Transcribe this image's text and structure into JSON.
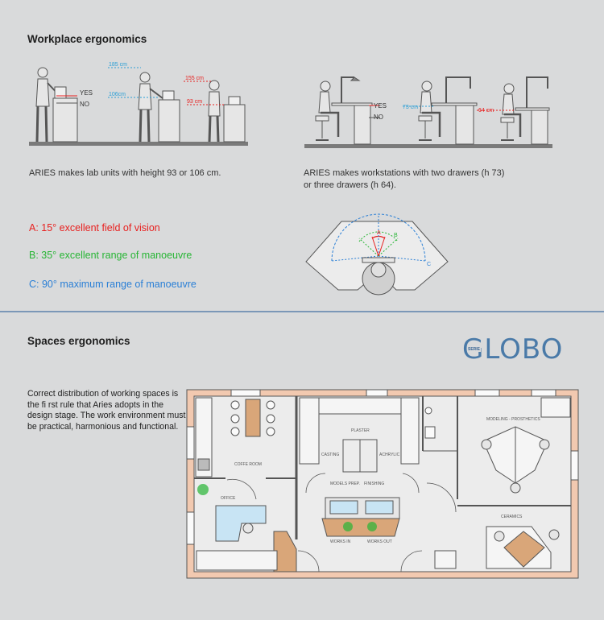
{
  "workplace": {
    "title": "Workplace ergonomics",
    "lab_caption": "ARIES makes lab units with height 93 or 106 cm.",
    "workstation_caption_1": "ARIES makes workstations with two drawers (h 73)",
    "workstation_caption_2": "or three drawers (h 64).",
    "lab_labels": {
      "yes": "YES",
      "no": "NO",
      "h185": "185 cm",
      "h106": "106cm",
      "h155": "155 cm",
      "h93": "93 cm"
    },
    "desk_labels": {
      "yes": "YES",
      "no": "NO",
      "h73": "73 cm",
      "h64": "64 cm"
    },
    "angles": [
      {
        "text": "A: 15° excellent field of vision",
        "color": "#e8201f"
      },
      {
        "text": "B: 35° excellent range of manoeuvre",
        "color": "#27b534"
      },
      {
        "text": "C: 90° maximum range of manoeuvre",
        "color": "#2a7fd6"
      }
    ],
    "arc_labels": {
      "a": "A",
      "b": "B",
      "c": "C"
    }
  },
  "spaces": {
    "title": "Spaces ergonomics",
    "intro": "Correct distribution of working spaces is the fi rst rule that Aries adopts in the design stage. The work environment must be practical, harmonious and functional.",
    "brand": "GLOBO",
    "brand_tag": "SERIE",
    "rooms": {
      "coffee": "COFFE ROOM",
      "office": "OFFICE",
      "plaster": "PLASTER",
      "casting": "CASTING",
      "achrylic": "ACHRYLIC",
      "models_prep": "MODELS PREP.",
      "finishing": "FINISHING",
      "works_in": "WORKS IN",
      "works_out": "WORKS OUT",
      "modeling": "MODELING - PROSTHETICS",
      "ceramics": "CERAMICS"
    }
  },
  "colors": {
    "red": "#e8201f",
    "green": "#27b534",
    "blue": "#2a7fd6",
    "wall": "#f2c9b0",
    "wood": "#d9a679",
    "glass": "#c8e4f4",
    "brand": "#4a7aa8"
  }
}
